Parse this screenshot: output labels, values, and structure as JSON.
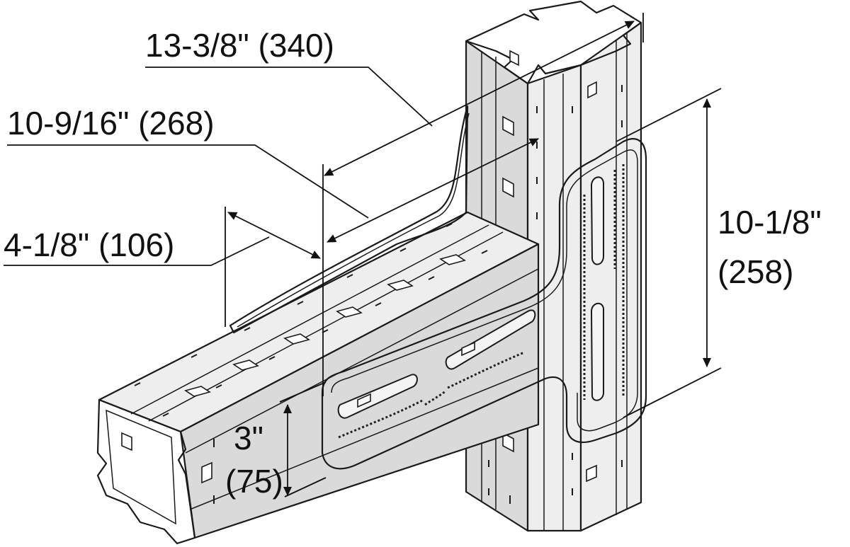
{
  "dimensions": {
    "length_340": "13-3/8\" (340)",
    "length_268": "10-9/16\" (268)",
    "width_106": "4-1/8\" (106)",
    "height_258_line1": "10-1/8\"",
    "height_258_line2": "(258)",
    "height_75_line1": "3\"",
    "height_75_line2": "(75)"
  },
  "colors": {
    "line": "#1a1a1a",
    "metal_light": "#eeeeee",
    "metal_mid": "#dadada",
    "metal_dark": "#c2c2c2",
    "background": "#ffffff"
  }
}
